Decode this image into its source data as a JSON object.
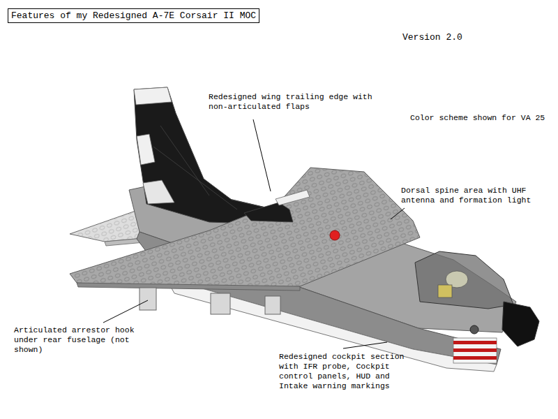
{
  "diagram": {
    "title": "Features of my Redesigned A-7E Corsair II MOC",
    "labels": [
      "Version 2.0",
      "Redesigned wing trailing edge with non-articulated flaps",
      "Color scheme shown for VA 25",
      "Dorsal spine area with UHF antenna and formation light",
      "Articulated arrestor hook under rear fuselage (not shown)",
      "Redesigned cockpit section with IFR probe, Cockpit control panels, HUD and Intake warning markings"
    ]
  }
}
